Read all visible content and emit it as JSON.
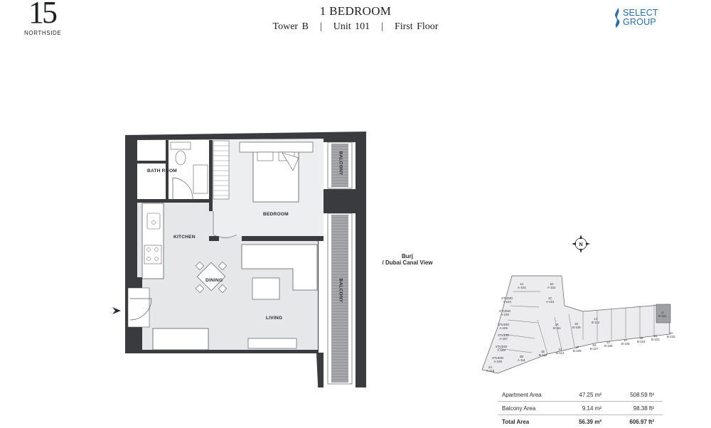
{
  "header": {
    "logo_number": "15",
    "logo_text": "NORTHSIDE",
    "title": "1 BEDROOM",
    "tower": "Tower B",
    "unit": "Unit 101",
    "floor": "First Floor",
    "separator": "|",
    "brand_line1": "SELECT",
    "brand_line2": "GROUP"
  },
  "plan": {
    "rooms": {
      "bathroom": "BATH ROOM",
      "kitchen": "KITCHEN",
      "bedroom": "BEDROOM",
      "dining": "DINING",
      "living": "LIVING",
      "balcony_upper": "BALCONY",
      "balcony_lower": "BALCONY"
    },
    "view_line1": "Burj",
    "view_line2": "/ Dubai Canal View",
    "compass": "N"
  },
  "key_plan": {
    "highlight_color": "#9ea0a4",
    "units": [
      {
        "code": "1A",
        "unit": "A-103"
      },
      {
        "code": "1D",
        "unit": "A-102"
      },
      {
        "code": "STUDIO",
        "unit": "A-104"
      },
      {
        "code": "1C",
        "unit": "A-101"
      },
      {
        "code": "STUDIO",
        "unit": "A-105"
      },
      {
        "code": "STUDIO",
        "unit": "A-106"
      },
      {
        "code": "STUDIO",
        "unit": "A-107"
      },
      {
        "code": "STUDIO",
        "unit": "A-108"
      },
      {
        "code": "STUDIO",
        "unit": "A-109"
      },
      {
        "code": "2A",
        "unit": "A-110"
      },
      {
        "code": "2B",
        "unit": "A-111"
      },
      {
        "code": "1K",
        "unit": "B-111"
      },
      {
        "code": "1E",
        "unit": "B-110"
      },
      {
        "code": "1E",
        "unit": "B-109"
      },
      {
        "code": "1J",
        "unit": "B-112"
      },
      {
        "code": "1J",
        "unit": "B-113"
      },
      {
        "code": "1F",
        "unit": "B-108"
      },
      {
        "code": "1G",
        "unit": "B-107"
      },
      {
        "code": "1A",
        "unit": "B-106"
      },
      {
        "code": "1A",
        "unit": "B-105"
      },
      {
        "code": "1B",
        "unit": "B-104"
      },
      {
        "code": "1C",
        "unit": "B-103"
      },
      {
        "code": "1H",
        "unit": "B-102"
      },
      {
        "code": "1I",
        "unit": "B-101"
      }
    ]
  },
  "area_table": {
    "rows": [
      {
        "label": "Apartment Area",
        "sqm": "47.25 m²",
        "sqft": "508.59 ft²"
      },
      {
        "label": "Balcony Area",
        "sqm": "9.14 m²",
        "sqft": "98.38 ft²"
      },
      {
        "label": "Total Area",
        "sqm": "56.39 m²",
        "sqft": "606.97 ft²"
      }
    ]
  }
}
